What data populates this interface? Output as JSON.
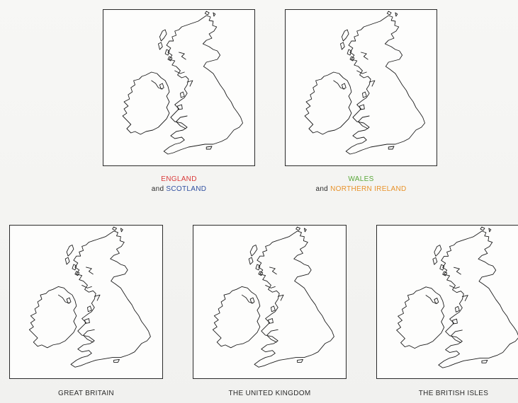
{
  "maps": [
    {
      "id": "map-1",
      "caption_parts": [
        [
          {
            "text": "ENGLAND",
            "color": "#d93a3a"
          }
        ],
        [
          {
            "text": "and ",
            "color": "#2b2b2b"
          },
          {
            "text": "SCOTLAND",
            "color": "#2f4fa0"
          }
        ]
      ]
    },
    {
      "id": "map-2",
      "caption_parts": [
        [
          {
            "text": "WALES",
            "color": "#5aa83a"
          }
        ],
        [
          {
            "text": "and ",
            "color": "#2b2b2b"
          },
          {
            "text": "NORTHERN IRELAND",
            "color": "#e8922a"
          }
        ]
      ]
    },
    {
      "id": "map-3",
      "caption_parts": [
        [
          {
            "text": "GREAT BRITAIN",
            "color": "#2b2b2b"
          }
        ]
      ]
    },
    {
      "id": "map-4",
      "caption_parts": [
        [
          {
            "text": "THE UNITED KINGDOM",
            "color": "#2b2b2b"
          }
        ]
      ]
    },
    {
      "id": "map-5",
      "caption_parts": [
        [
          {
            "text": "THE BRITISH ISLES",
            "color": "#2b2b2b"
          }
        ]
      ]
    }
  ],
  "captions": {
    "map1_line1": "ENGLAND",
    "map1_line2_and": "and ",
    "map1_line2_name": "SCOTLAND",
    "map2_line1": "WALES",
    "map2_line2_and": "and ",
    "map2_line2_name": "NORTHERN IRELAND",
    "map3": "GREAT BRITAIN",
    "map4": "THE UNITED KINGDOM",
    "map5": "THE BRITISH ISLES"
  },
  "colors": {
    "england": "#d93a3a",
    "scotland": "#2f4fa0",
    "wales": "#5aa83a",
    "northern_ireland": "#e8922a",
    "outline": "#1a1a1a",
    "box_border": "#2a2a2a"
  }
}
